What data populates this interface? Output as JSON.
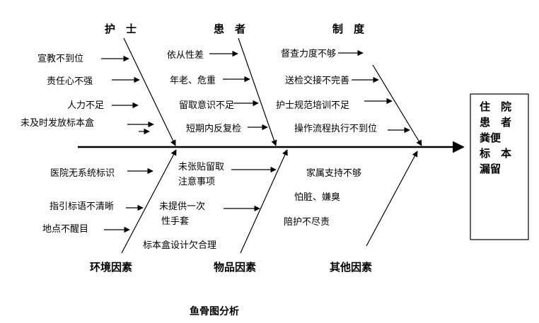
{
  "head": {
    "lines": [
      "住　院",
      "患　者",
      "粪便",
      "标　本",
      "漏留"
    ]
  },
  "categories": {
    "nurse": "护　士",
    "patient": "患　者",
    "system": "制　度",
    "environment": "环境因素",
    "supplies": "物品因素",
    "other": "其他因素"
  },
  "causes": {
    "nurse": [
      "宣教不到位",
      "责任心不强",
      "人力不足",
      "未及时发放标本盒"
    ],
    "patient": [
      "依从性差",
      "年老、危重",
      "留取意识不足",
      "短期内反复检"
    ],
    "system": [
      "督查力度不够",
      "送检交接不完善",
      "护士规范培训不足",
      "操作流程执行不到位"
    ],
    "environment": [
      "医院无系统标识",
      "指引标语不清晰",
      "地点不醒目",
      "标本盒设计欠合理"
    ],
    "supplies": [
      "未张贴留取",
      "注意事项",
      "未提供一次",
      "性手套"
    ],
    "other": [
      "家属支持不够",
      "怕脏、嫌臭",
      "陪护不尽责"
    ]
  },
  "caption": "鱼骨图分析"
}
